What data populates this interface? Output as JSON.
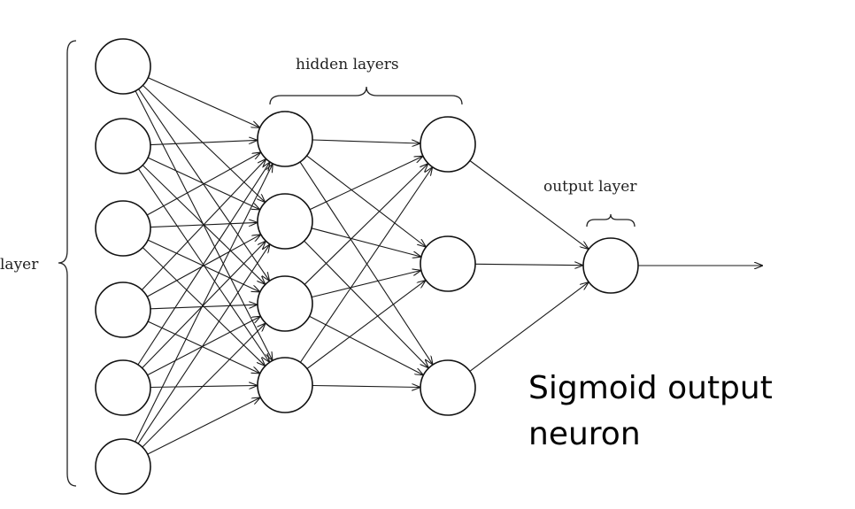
{
  "labels": {
    "input_layer_fragment": "layer",
    "hidden_layers": "hidden layers",
    "output_layer": "output layer"
  },
  "annotation": {
    "line1": "Sigmoid output",
    "line2": "neuron"
  },
  "network": {
    "layer_sizes": [
      6,
      4,
      3,
      1
    ],
    "fully_connected": true,
    "output_arrow": true
  }
}
